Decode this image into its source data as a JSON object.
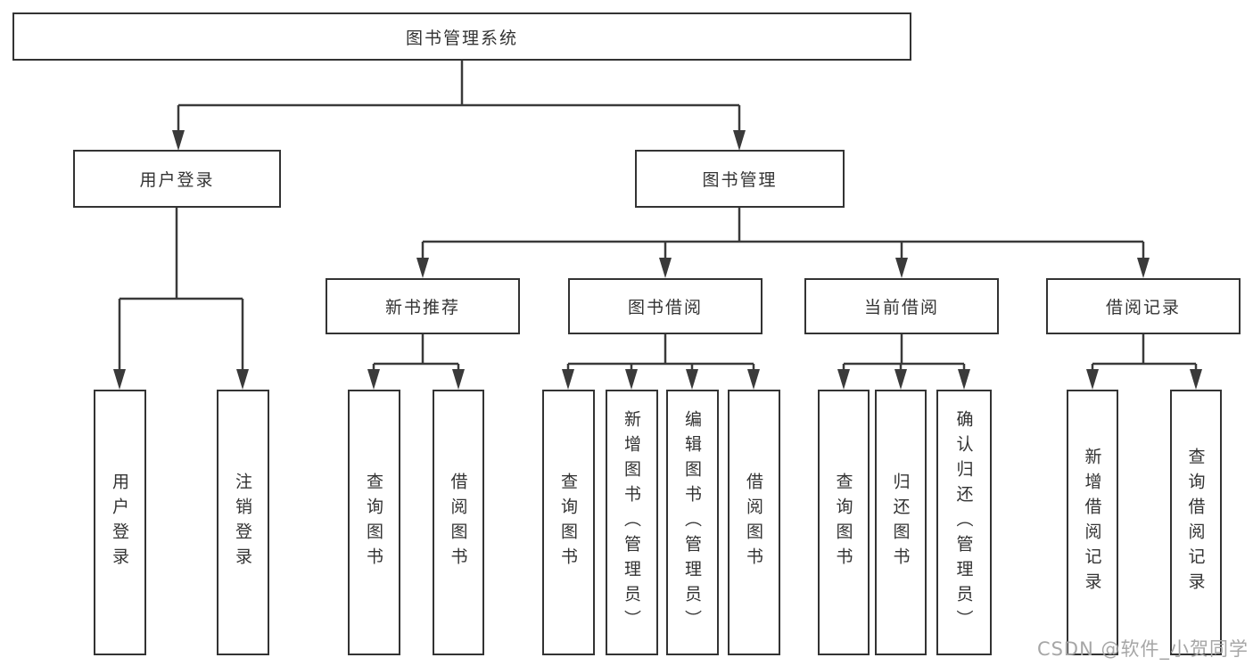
{
  "diagram": {
    "root": {
      "label": "图书管理系统"
    },
    "user_login": {
      "label": "用户登录",
      "children": {
        "login": {
          "label": "用户登录"
        },
        "logout": {
          "label": "注销登录"
        }
      }
    },
    "book_management": {
      "label": "图书管理",
      "children": {
        "new_book_recommend": {
          "label": "新书推荐",
          "children": {
            "query_book": {
              "label": "查询图书"
            },
            "borrow_book": {
              "label": "借阅图书"
            }
          }
        },
        "book_borrow": {
          "label": "图书借阅",
          "children": {
            "query_book": {
              "label": "查询图书"
            },
            "add_book": {
              "label": "新增图书（管理员）"
            },
            "edit_book": {
              "label": "编辑图书（管理员）"
            },
            "borrow_book": {
              "label": "借阅图书"
            }
          }
        },
        "current_borrow": {
          "label": "当前借阅",
          "children": {
            "query_book": {
              "label": "查询图书"
            },
            "return_book": {
              "label": "归还图书"
            },
            "confirm_return": {
              "label": "确认归还（管理员）"
            }
          }
        },
        "borrow_record": {
          "label": "借阅记录",
          "children": {
            "add_record": {
              "label": "新增借阅记录"
            },
            "query_record": {
              "label": "查询借阅记录"
            }
          }
        }
      }
    }
  },
  "watermark": "CSDN @软件_小贺同学",
  "colors": {
    "line": "#3a3a3a",
    "border": "#333333",
    "text": "#333333",
    "watermark": "#a6a6a6",
    "background": "#ffffff"
  }
}
